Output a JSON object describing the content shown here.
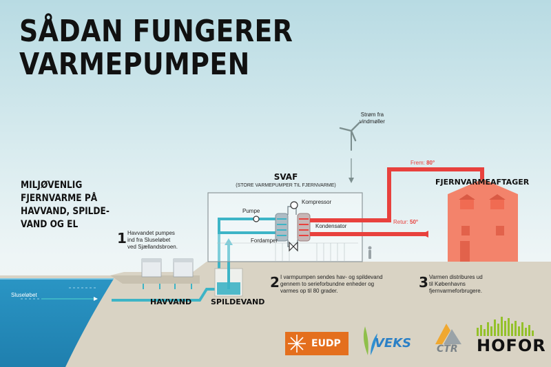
{
  "title": [
    "SÅDAN FUNGERER",
    "VARMEPUMPEN"
  ],
  "tagline": [
    "MILJØVENLIG",
    "FJERNVARME PÅ",
    "HAVVAND, SPILDE-",
    "VAND OG EL"
  ],
  "wind": {
    "label": [
      "Strøm fra",
      "vindmøller"
    ]
  },
  "svaf": {
    "title": "SVAF",
    "subtitle": "(STORE VARMEPUMPER TIL FJERNVARME)"
  },
  "components": {
    "pumpe": "Pumpe",
    "kompressor": "Kompressor",
    "kondensator": "Kondensator",
    "fordamper": "Fordamper"
  },
  "flow": {
    "frem_label": "Frem: ",
    "frem_temp": "80°",
    "retur_label": "Retur: ",
    "retur_temp": "50°"
  },
  "consumer": {
    "label": "FJERNVARMEAFTAGER"
  },
  "sources": {
    "havvand": "HAVVAND",
    "spildevand": "SPILDEVAND",
    "sluselobet": "Sluseløbet"
  },
  "steps": [
    {
      "num": "1",
      "lines": [
        "Havvandet pumpes",
        "ind fra Sluseløbet",
        "ved Sjællandsbroen."
      ]
    },
    {
      "num": "2",
      "lines": [
        "I varmpumpen sendes hav- og spildevand",
        "gennem to serieforbundne enheder og",
        "varmes op til 80 grader."
      ]
    },
    {
      "num": "3",
      "lines": [
        "Varmen distribures ud",
        "til Københavns",
        "fjernvarmeforbrugere."
      ]
    }
  ],
  "logos": {
    "eudp": "EUDP",
    "veks": "VEKS",
    "ctr": "CTR",
    "hofor": "HOFOR"
  },
  "colors": {
    "red": "#e8413d",
    "teal": "#3db4c6",
    "sea": "#2f9bc9",
    "ground": "#d9d3c4",
    "house": "#f3836b"
  }
}
